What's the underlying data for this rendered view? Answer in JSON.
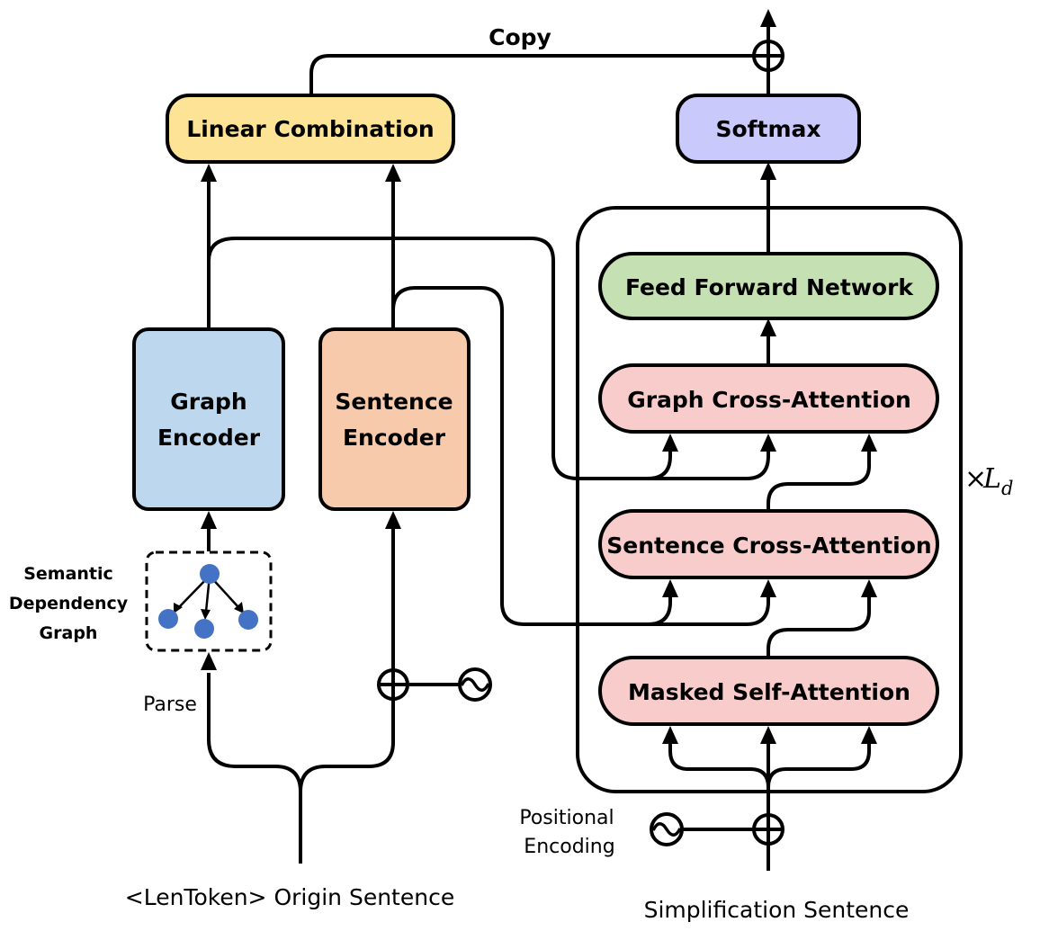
{
  "labels": {
    "copy": "Copy",
    "linear_combination": "Linear Combination",
    "softmax": "Softmax",
    "feed_forward_network": "Feed Forward Network",
    "graph_cross_attention": "Graph Cross-Attention",
    "sentence_cross_attention": "Sentence Cross-Attention",
    "masked_self_attention": "Masked Self-Attention",
    "graph_encoder_line1": "Graph",
    "graph_encoder_line2": "Encoder",
    "sentence_encoder_line1": "Sentence",
    "sentence_encoder_line2": "Encoder",
    "semantic_line1": "Semantic",
    "semantic_line2": "Dependency",
    "semantic_line3": "Graph",
    "parse": "Parse",
    "positional_line1": "Positional",
    "positional_line2": "Encoding",
    "origin_sentence": "<LenToken> Origin Sentence",
    "simplification_sentence": "Simplification Sentence",
    "layers_times": "×",
    "layers_L": "L",
    "layers_d": "d"
  },
  "colors": {
    "linear_combination": "#fde396",
    "softmax": "#c9c9fb",
    "feed_forward_network": "#c5e0b3",
    "attention": "#f9cccc",
    "graph_encoder": "#bdd7ee",
    "sentence_encoder": "#f7caac",
    "graph_node": "#4472c4"
  }
}
